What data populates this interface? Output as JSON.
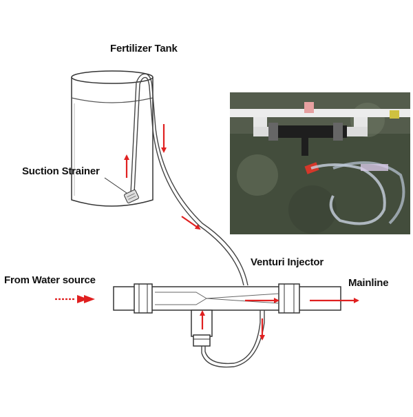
{
  "labels": {
    "fertilizer_tank": "Fertilizer Tank",
    "suction_strainer": "Suction Strainer",
    "venturi_injector": "Venturi Injector",
    "from_water_source": "From Water source",
    "mainline": "Mainline"
  },
  "colors": {
    "arrow": "#e02020",
    "outline": "#333333",
    "grass_dark": "#3c4636",
    "grass_light": "#6b7560",
    "pipe_white": "#ececec",
    "valve_red": "#d5372a"
  },
  "icons": {
    "flow_arrow": "red-flow-arrow-icon",
    "strainer": "strainer-icon"
  }
}
